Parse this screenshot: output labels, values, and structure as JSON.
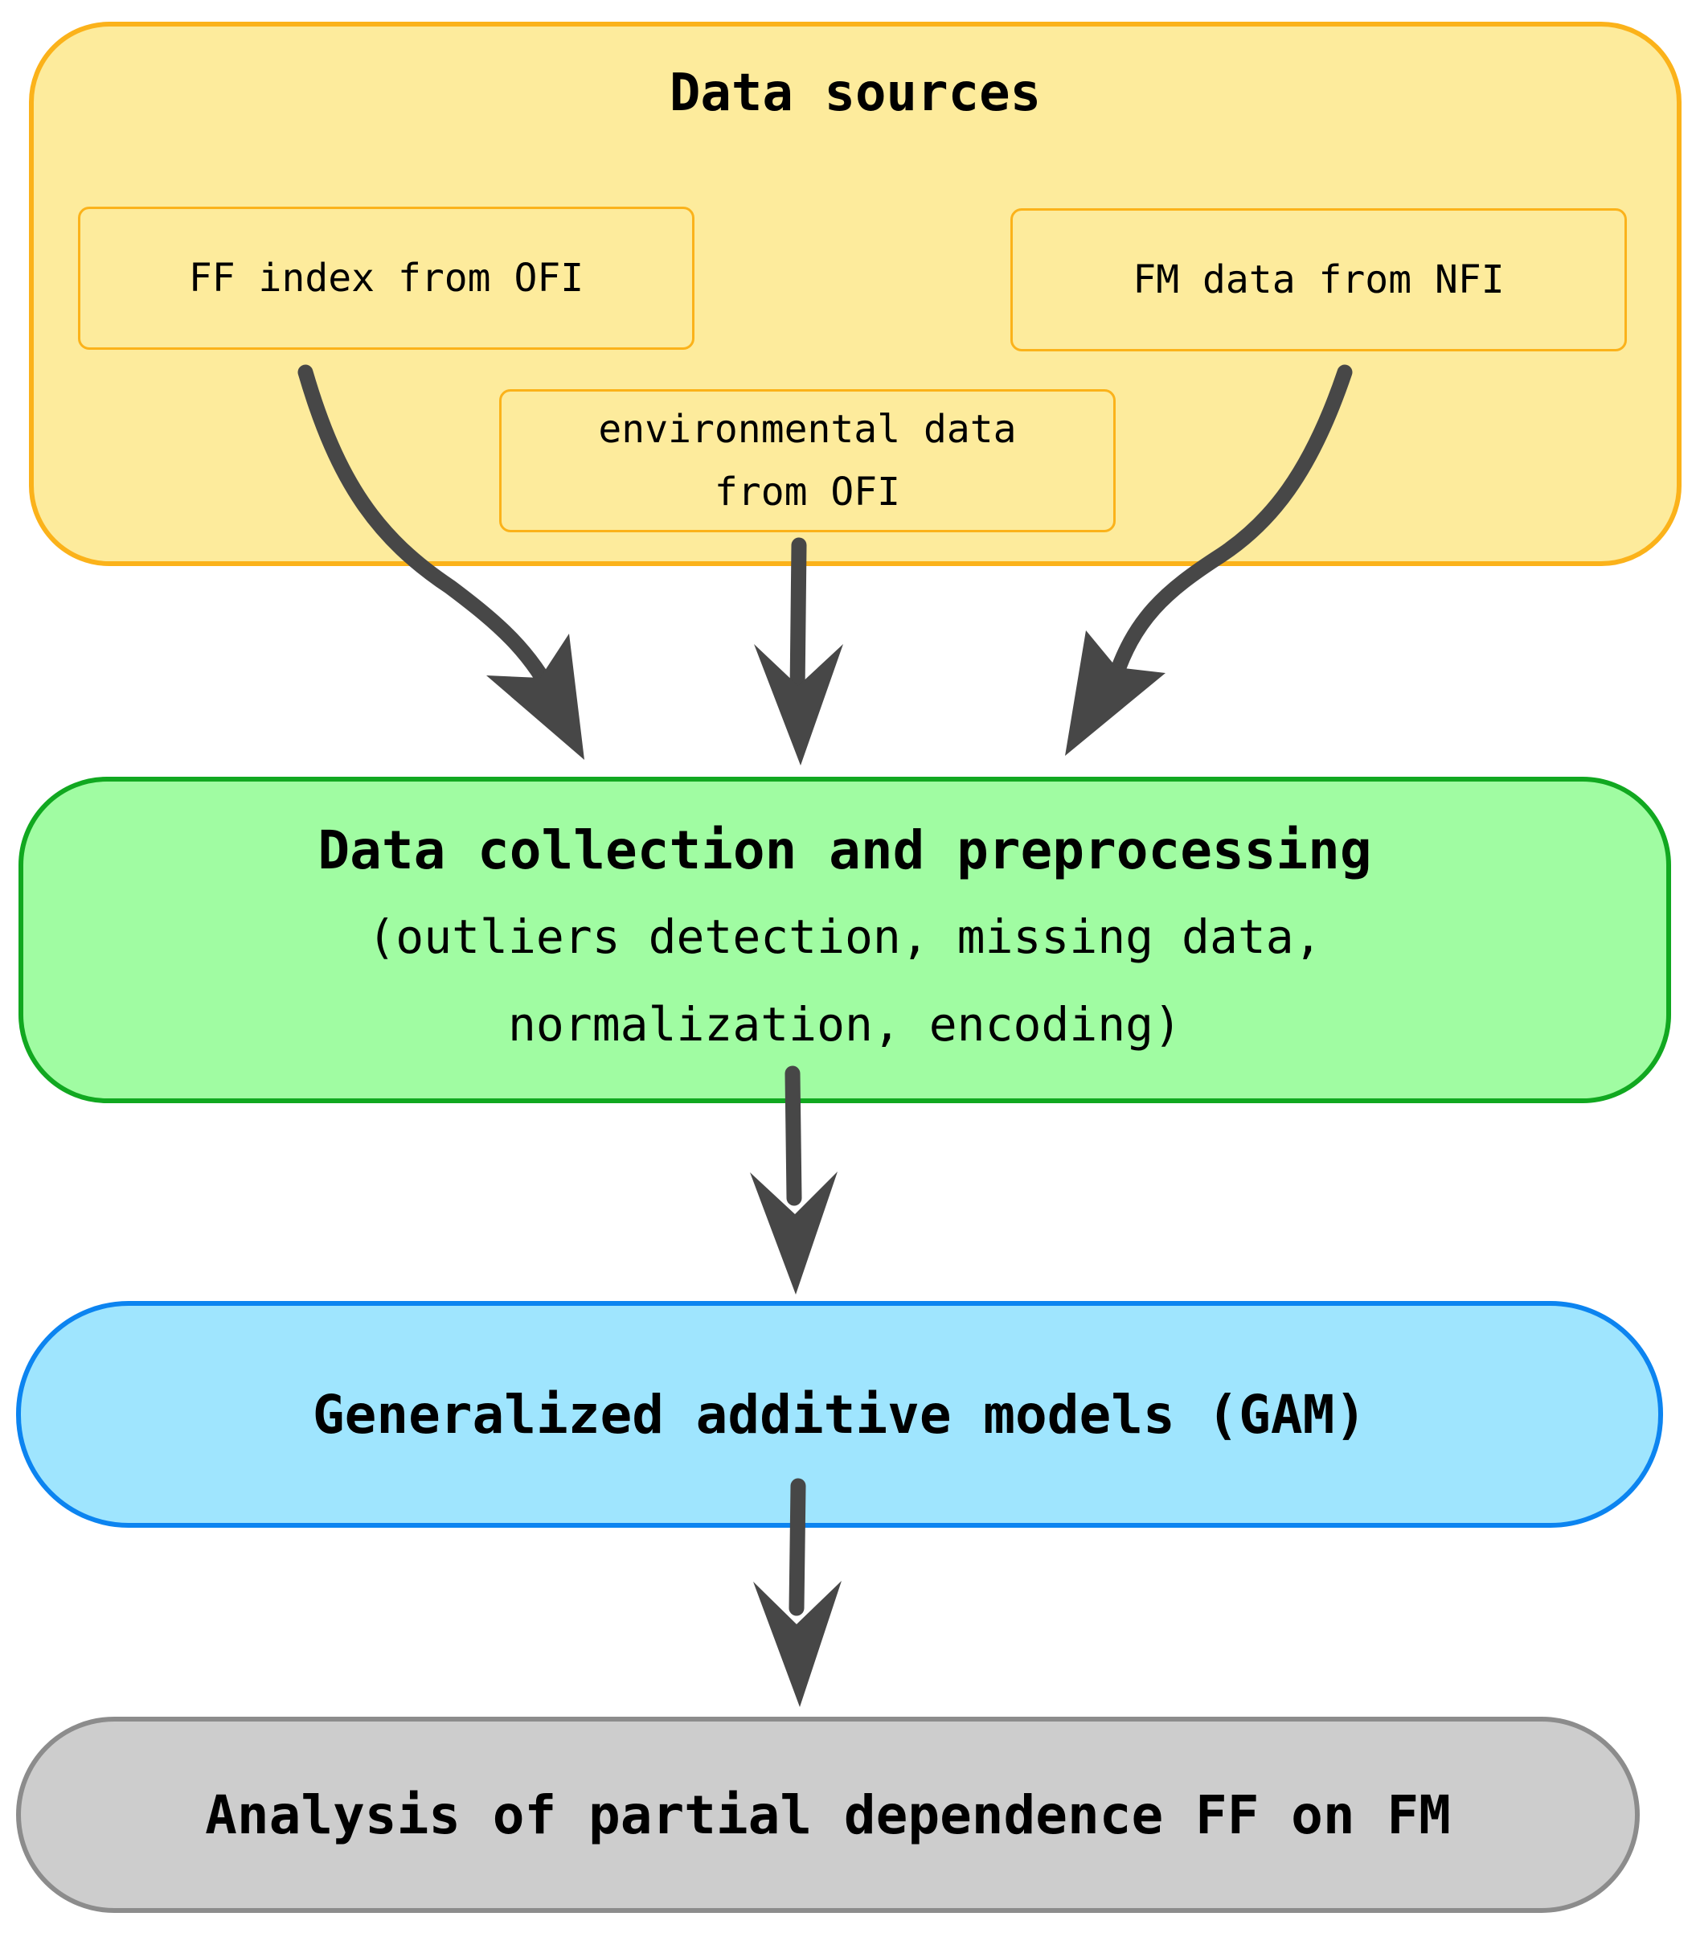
{
  "colors": {
    "sources_fill": "#fdeb9c",
    "sources_border": "#fbb21a",
    "prep_fill": "#a0fca2",
    "prep_border": "#11a820",
    "gam_fill": "#9fe5fe",
    "gam_border": "#0c84f0",
    "analysis_fill": "#cdcdcd",
    "analysis_border": "#8c8c8c",
    "arrow": "#474747"
  },
  "data_sources": {
    "title": "Data sources",
    "ff_index": "FF index from OFI",
    "fm_data": "FM data from NFI",
    "env_line1": "environmental data",
    "env_line2": "from OFI"
  },
  "preprocessing": {
    "title": "Data collection and preprocessing",
    "detail_line1": "(outliers detection, missing data,",
    "detail_line2": "normalization, encoding)"
  },
  "model": {
    "title": "Generalized additive models (GAM)"
  },
  "analysis": {
    "title": "Analysis of partial dependence FF on FM"
  }
}
